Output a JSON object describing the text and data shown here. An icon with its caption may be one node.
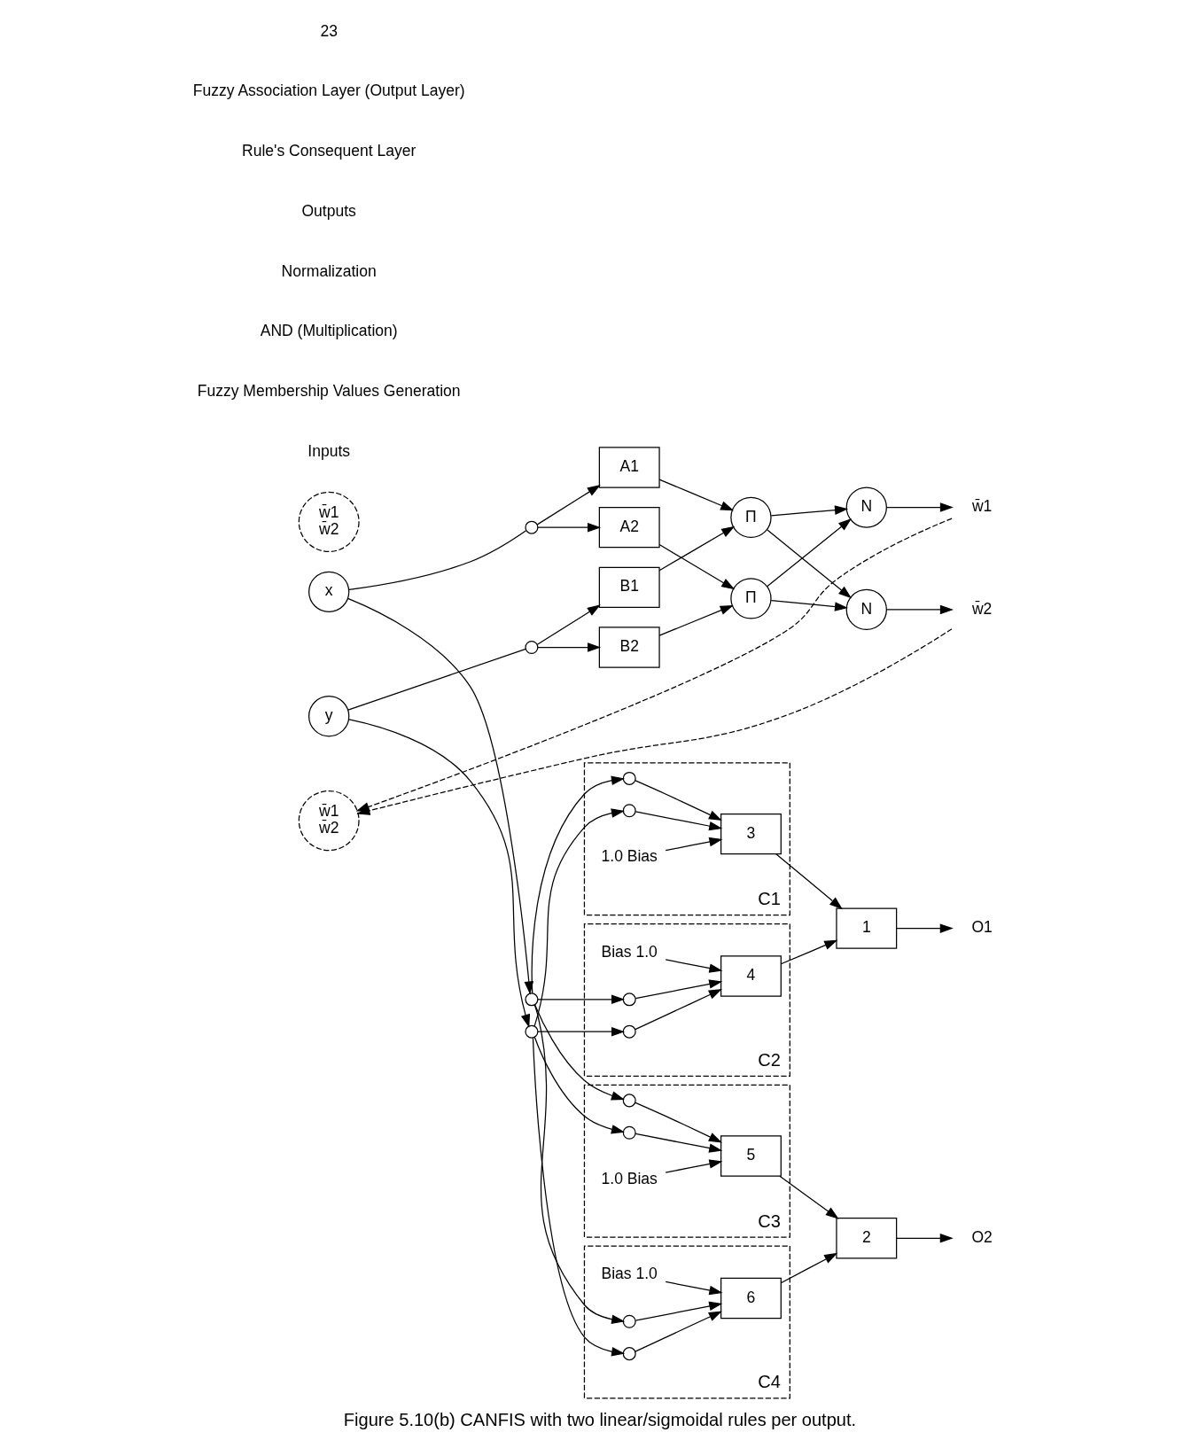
{
  "diagram": {
    "caption": "Figure 5.10(b) CANFIS with two linear/sigmoidal rules per output.",
    "nodes": [
      {
        "text": [
          "x"
        ]
      },
      {
        "text": [
          "y"
        ]
      },
      {
        "text": [],
        "shape": "circle"
      },
      {
        "text": [],
        "shape": "circle"
      },
      {
        "text": [
          "A1"
        ]
      },
      {
        "text": [
          "A2"
        ]
      },
      {
        "text": [
          "B1"
        ]
      },
      {
        "text": [
          "B2"
        ]
      },
      {
        "text": [
          "Π"
        ]
      },
      {
        "text": [
          "Π"
        ]
      },
      {
        "text": [
          "N"
        ]
      },
      {
        "text": [
          "N"
        ]
      },
      {
        "text": [
          "w̄1"
        ]
      },
      {
        "text": [
          "w̄2"
        ]
      },
      {
        "text": [],
        "shape": "circle"
      },
      {
        "text": [],
        "shape": "circle"
      },
      {
        "text": [
          "C1"
        ]
      },
      {
        "text": [],
        "shape": "circle",
        "in": 16
      },
      {
        "text": [],
        "shape": "circle",
        "in": 16
      },
      {
        "text": [
          "3"
        ],
        "in": 16
      },
      {
        "text": [
          "1.0 Bias"
        ],
        "in": 16
      },
      {
        "text": [
          "C2"
        ]
      },
      {
        "text": [
          "Bias 1.0"
        ],
        "in": 21
      },
      {
        "text": [],
        "shape": "circle",
        "in": 21
      },
      {
        "text": [],
        "shape": "circle",
        "in": 21
      },
      {
        "text": [
          "4"
        ],
        "in": 21
      },
      {
        "text": [
          "C3"
        ]
      },
      {
        "text": [],
        "shape": "circle",
        "in": 26
      },
      {
        "text": [],
        "shape": "circle",
        "in": 26
      },
      {
        "text": [
          "5"
        ],
        "in": 26
      },
      {
        "text": [
          "1.0 Bias"
        ],
        "in": 26
      },
      {
        "text": [
          "C4"
        ]
      },
      {
        "text": [
          "Bias 1.0"
        ],
        "in": 31
      },
      {
        "text": [],
        "shape": "circle",
        "in": 31
      },
      {
        "text": [],
        "shape": "circle",
        "in": 31
      },
      {
        "text": [
          "6"
        ],
        "in": 31
      },
      {
        "text": [
          "1"
        ]
      },
      {
        "text": [
          "2"
        ]
      },
      {
        "text": [
          "w̄1",
          "w̄2"
        ]
      },
      {
        "text": [
          "w̄1",
          "w̄2"
        ]
      },
      {
        "text": [
          "O1"
        ]
      },
      {
        "text": [
          "O2"
        ]
      }
    ],
    "edges": [
      {
        "from": 0,
        "to": 2,
        "arrow": "none"
      },
      {
        "from": 0,
        "to": 14,
        "arrow": "to"
      },
      {
        "from": 1,
        "to": 3,
        "arrow": "none"
      },
      {
        "from": 1,
        "to": 15,
        "arrow": "to"
      },
      {
        "from": 2,
        "to": 4,
        "arrow": "to"
      },
      {
        "from": 2,
        "to": 5,
        "arrow": "to"
      },
      {
        "from": 3,
        "to": 6,
        "arrow": "to"
      },
      {
        "from": 3,
        "to": 7,
        "arrow": "to"
      },
      {
        "from": 4,
        "to": 8,
        "arrow": "to"
      },
      {
        "from": 6,
        "to": 8,
        "arrow": "to"
      },
      {
        "from": 5,
        "to": 9,
        "arrow": "to"
      },
      {
        "from": 7,
        "to": 9,
        "arrow": "to"
      },
      {
        "from": 8,
        "to": 10,
        "arrow": "to"
      },
      {
        "from": 8,
        "to": 11,
        "arrow": "to"
      },
      {
        "from": 9,
        "to": 10,
        "arrow": "to"
      },
      {
        "from": 9,
        "to": 11,
        "arrow": "to"
      },
      {
        "from": 10,
        "to": 12,
        "arrow": "to"
      },
      {
        "from": 11,
        "to": 13,
        "arrow": "to"
      },
      {
        "from": 12,
        "to": 38,
        "arrow": "to",
        "style": "dashed"
      },
      {
        "from": 13,
        "to": 38,
        "arrow": "to",
        "style": "dashed"
      },
      {
        "from": 14,
        "to": 17,
        "arrow": "to"
      },
      {
        "from": 14,
        "to": 23,
        "arrow": "to"
      },
      {
        "from": 14,
        "to": 27,
        "arrow": "to"
      },
      {
        "from": 14,
        "to": 33,
        "arrow": "to"
      },
      {
        "from": 15,
        "to": 18,
        "arrow": "to"
      },
      {
        "from": 15,
        "to": 24,
        "arrow": "to"
      },
      {
        "from": 15,
        "to": 28,
        "arrow": "to"
      },
      {
        "from": 15,
        "to": 34,
        "arrow": "to"
      },
      {
        "from": 17,
        "to": 19,
        "arrow": "to"
      },
      {
        "from": 18,
        "to": 19,
        "arrow": "to"
      },
      {
        "from": 20,
        "to": 19,
        "arrow": "to"
      },
      {
        "from": 23,
        "to": 25,
        "arrow": "to"
      },
      {
        "from": 24,
        "to": 25,
        "arrow": "to"
      },
      {
        "from": 22,
        "to": 25,
        "arrow": "to"
      },
      {
        "from": 27,
        "to": 29,
        "arrow": "to"
      },
      {
        "from": 28,
        "to": 29,
        "arrow": "to"
      },
      {
        "from": 30,
        "to": 29,
        "arrow": "to"
      },
      {
        "from": 33,
        "to": 35,
        "arrow": "to"
      },
      {
        "from": 34,
        "to": 35,
        "arrow": "to"
      },
      {
        "from": 32,
        "to": 35,
        "arrow": "to"
      },
      {
        "from": 19,
        "to": 36,
        "arrow": "to"
      },
      {
        "from": 25,
        "to": 36,
        "arrow": "to"
      },
      {
        "from": 29,
        "to": 37,
        "arrow": "to"
      },
      {
        "from": 35,
        "to": 37,
        "arrow": "to"
      },
      {
        "from": 36,
        "to": 40,
        "arrow": "to"
      },
      {
        "from": 37,
        "to": 41,
        "arrow": "to"
      }
    ],
    "labels": [
      "Inputs",
      "Fuzzy Membership Values Generation",
      "AND (Multiplication)",
      "Normalization",
      "Outputs",
      "Rule's Consequent Layer",
      "Fuzzy Association Layer (Output Layer)",
      "23"
    ]
  }
}
